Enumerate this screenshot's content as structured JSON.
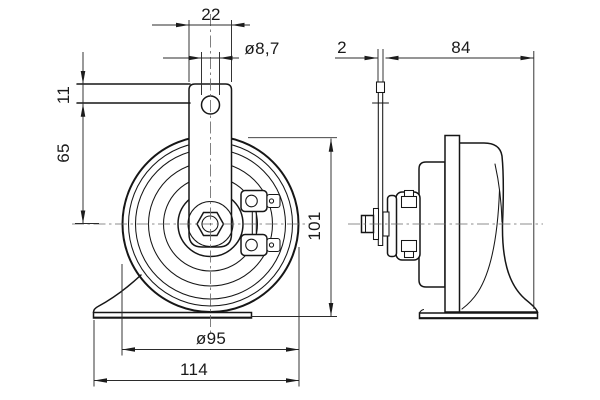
{
  "drawing": {
    "type": "technical-drawing",
    "subject": "vehicle horn, front and side orthographic views with dimensions (mm)",
    "colors": {
      "line": "#161616",
      "background": "#ffffff"
    },
    "dimensions": {
      "bracket_width": "22",
      "hole_diameter": "ø8,7",
      "strap_height": "11",
      "center_offset": "65",
      "overall_height": "101",
      "body_diameter": "ø95",
      "overall_width": "114",
      "plate_thickness": "2",
      "body_depth": "84"
    }
  }
}
